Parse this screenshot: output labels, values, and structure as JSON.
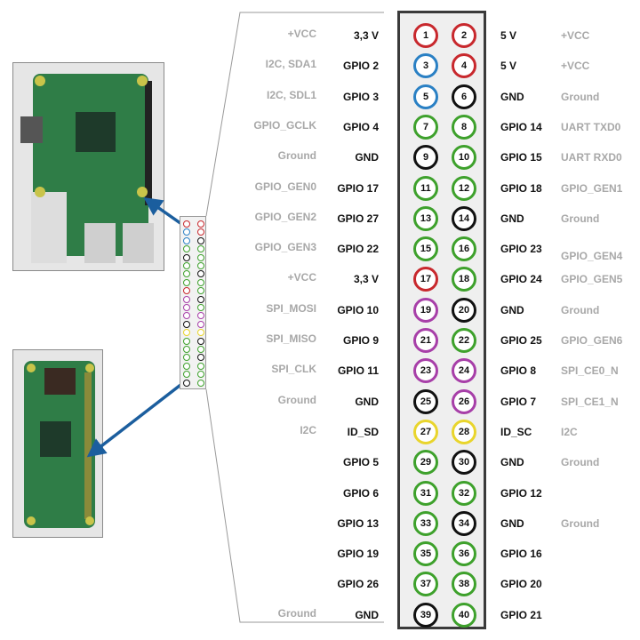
{
  "colors": {
    "power": "#c8282d",
    "i2c": "#2a80c4",
    "gpio": "#3ea12c",
    "ground": "#111111",
    "spi": "#a73fa8",
    "eeprom": "#e9d52c"
  },
  "pins": [
    {
      "left_func": "+VCC",
      "left_name": "3,3 V",
      "left_pin": "1",
      "left_type": "power",
      "right_pin": "2",
      "right_type": "power",
      "right_name": "5 V",
      "right_func": "+VCC"
    },
    {
      "left_func": "I2C, SDA1",
      "left_name": "GPIO 2",
      "left_pin": "3",
      "left_type": "i2c",
      "right_pin": "4",
      "right_type": "power",
      "right_name": "5 V",
      "right_func": "+VCC"
    },
    {
      "left_func": "I2C, SDL1",
      "left_name": "GPIO 3",
      "left_pin": "5",
      "left_type": "i2c",
      "right_pin": "6",
      "right_type": "ground",
      "right_name": "GND",
      "right_func": "Ground"
    },
    {
      "left_func": "GPIO_GCLK",
      "left_name": "GPIO 4",
      "left_pin": "7",
      "left_type": "gpio",
      "right_pin": "8",
      "right_type": "gpio",
      "right_name": "GPIO 14",
      "right_func": "UART TXD0"
    },
    {
      "left_func": "Ground",
      "left_name": "GND",
      "left_pin": "9",
      "left_type": "ground",
      "right_pin": "10",
      "right_type": "gpio",
      "right_name": "GPIO 15",
      "right_func": "UART RXD0"
    },
    {
      "left_func": "GPIO_GEN0",
      "left_name": "GPIO 17",
      "left_pin": "11",
      "left_type": "gpio",
      "right_pin": "12",
      "right_type": "gpio",
      "right_name": "GPIO 18",
      "right_func": "GPIO_GEN1"
    },
    {
      "left_func": "GPIO_GEN2",
      "left_name": "GPIO 27",
      "left_pin": "13",
      "left_type": "gpio",
      "right_pin": "14",
      "right_type": "ground",
      "right_name": "GND",
      "right_func": "Ground"
    },
    {
      "left_func": "GPIO_GEN3",
      "left_name": "GPIO 22",
      "left_pin": "15",
      "left_type": "gpio",
      "right_pin": "16",
      "right_type": "gpio",
      "right_name": "GPIO 23",
      "right_func": "GPIO_GEN4"
    },
    {
      "left_func": "+VCC",
      "left_name": "3,3 V",
      "left_pin": "17",
      "left_type": "power",
      "right_pin": "18",
      "right_type": "gpio",
      "right_name": "GPIO 24",
      "right_func": "GPIO_GEN5"
    },
    {
      "left_func": "SPI_MOSI",
      "left_name": "GPIO 10",
      "left_pin": "19",
      "left_type": "spi",
      "right_pin": "20",
      "right_type": "ground",
      "right_name": "GND",
      "right_func": "Ground"
    },
    {
      "left_func": "SPI_MISO",
      "left_name": "GPIO 9",
      "left_pin": "21",
      "left_type": "spi",
      "right_pin": "22",
      "right_type": "gpio",
      "right_name": "GPIO 25",
      "right_func": "GPIO_GEN6"
    },
    {
      "left_func": "SPI_CLK",
      "left_name": "GPIO 11",
      "left_pin": "23",
      "left_type": "spi",
      "right_pin": "24",
      "right_type": "spi",
      "right_name": "GPIO 8",
      "right_func": "SPI_CE0_N"
    },
    {
      "left_func": "Ground",
      "left_name": "GND",
      "left_pin": "25",
      "left_type": "ground",
      "right_pin": "26",
      "right_type": "spi",
      "right_name": "GPIO 7",
      "right_func": "SPI_CE1_N"
    },
    {
      "left_func": "I2C",
      "left_name": "ID_SD",
      "left_pin": "27",
      "left_type": "eeprom",
      "right_pin": "28",
      "right_type": "eeprom",
      "right_name": "ID_SC",
      "right_func": "I2C"
    },
    {
      "left_func": "",
      "left_name": "GPIO 5",
      "left_pin": "29",
      "left_type": "gpio",
      "right_pin": "30",
      "right_type": "ground",
      "right_name": "GND",
      "right_func": "Ground"
    },
    {
      "left_func": "",
      "left_name": "GPIO 6",
      "left_pin": "31",
      "left_type": "gpio",
      "right_pin": "32",
      "right_type": "gpio",
      "right_name": "GPIO 12",
      "right_func": ""
    },
    {
      "left_func": "",
      "left_name": "GPIO 13",
      "left_pin": "33",
      "left_type": "gpio",
      "right_pin": "34",
      "right_type": "ground",
      "right_name": "GND",
      "right_func": "Ground"
    },
    {
      "left_func": "",
      "left_name": "GPIO 19",
      "left_pin": "35",
      "left_type": "gpio",
      "right_pin": "36",
      "right_type": "gpio",
      "right_name": "GPIO 16",
      "right_func": ""
    },
    {
      "left_func": "",
      "left_name": "GPIO 26",
      "left_pin": "37",
      "left_type": "gpio",
      "right_pin": "38",
      "right_type": "gpio",
      "right_name": "GPIO 20",
      "right_func": ""
    },
    {
      "left_func": "Ground",
      "left_name": "GND",
      "left_pin": "39",
      "left_type": "ground",
      "right_pin": "40",
      "right_type": "gpio",
      "right_name": "GPIO 21",
      "right_func": ""
    }
  ]
}
